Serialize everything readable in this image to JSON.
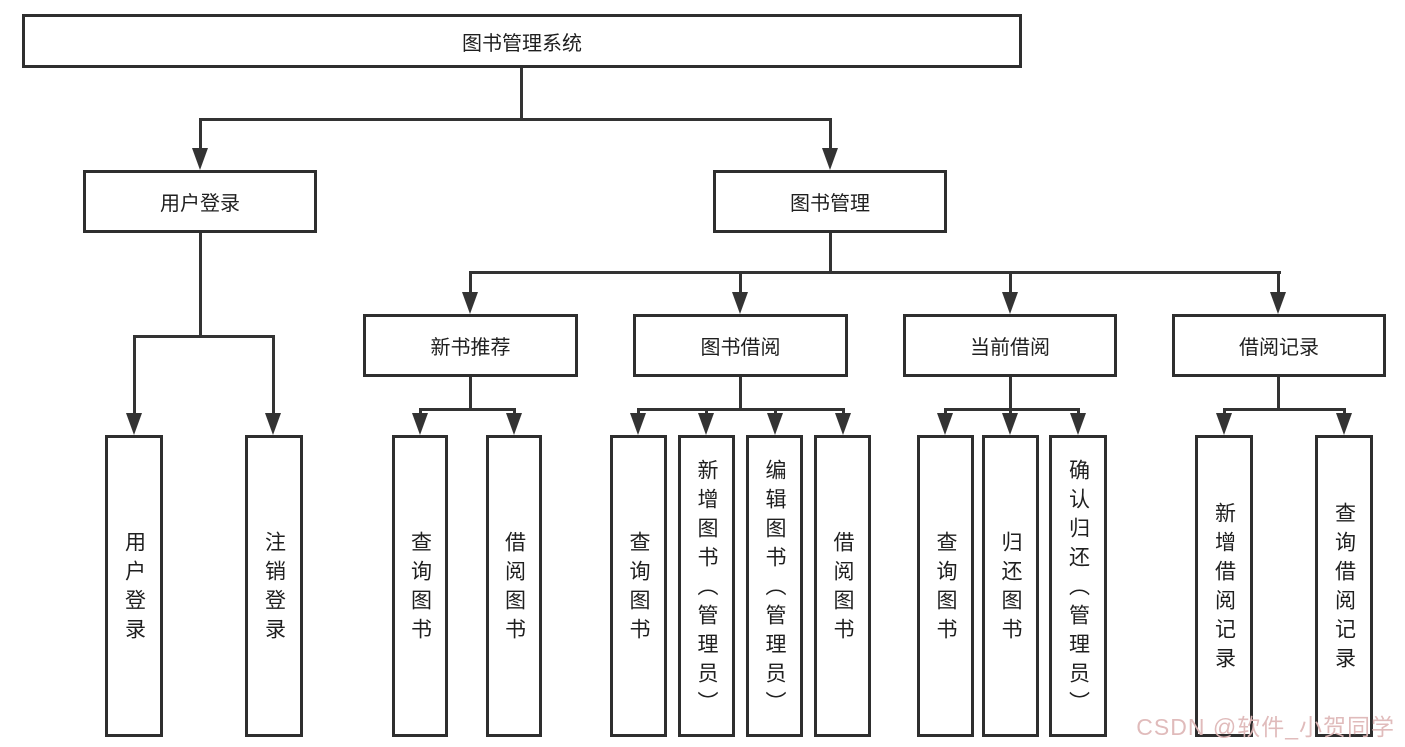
{
  "diagram": {
    "title_hint": "functional structure tree",
    "root": {
      "label": "图书管理系统"
    },
    "branches": [
      {
        "label": "用户登录",
        "children": [
          {
            "label": "用户登录"
          },
          {
            "label": "注销登录"
          }
        ]
      },
      {
        "label": "图书管理",
        "children": [
          {
            "label": "新书推荐",
            "children": [
              {
                "label": "查询图书"
              },
              {
                "label": "借阅图书"
              }
            ]
          },
          {
            "label": "图书借阅",
            "children": [
              {
                "label": "查询图书"
              },
              {
                "label": "新增图书（管理员）"
              },
              {
                "label": "编辑图书（管理员）"
              },
              {
                "label": "借阅图书"
              }
            ]
          },
          {
            "label": "当前借阅",
            "children": [
              {
                "label": "查询图书"
              },
              {
                "label": "归还图书"
              },
              {
                "label": "确认归还（管理员）"
              }
            ]
          },
          {
            "label": "借阅记录",
            "children": [
              {
                "label": "新增借阅记录"
              },
              {
                "label": "查询借阅记录"
              }
            ]
          }
        ]
      }
    ]
  },
  "watermark": {
    "text": "CSDN @软件_小贺同学",
    "color": "#dfb8b8"
  },
  "colors": {
    "line": "#333333",
    "box_border": "#2e2e2e",
    "background": "#ffffff",
    "text": "#1f1f1f"
  }
}
